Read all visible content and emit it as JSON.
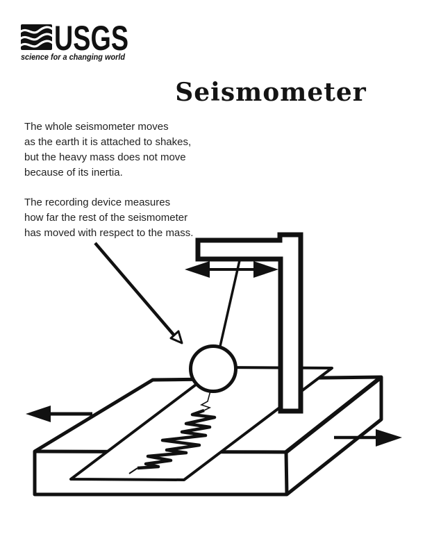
{
  "page": {
    "title": "Seismometer"
  },
  "header": {
    "logo": {
      "acronym": "USGS",
      "tagline": "science for a changing world",
      "symbol": "usgs-wave-icon"
    }
  },
  "notes": {
    "inertia": "The whole seismometer moves\nas the earth it is attached to shakes,\nbut the heavy mass does not move\nbecause of its inertia.",
    "recording": "The recording device measures\nhow far the rest of the seismometer\nhas moved with respect to the mass."
  },
  "diagram": {
    "parts": [
      {
        "name": "support-frame",
        "label": "inverted-L support frame"
      },
      {
        "name": "pendulum-string",
        "label": "suspension wire"
      },
      {
        "name": "pendulum-mass",
        "label": "heavy mass"
      },
      {
        "name": "seismogram-strip",
        "label": "recording paper strip"
      },
      {
        "name": "seismogram-trace",
        "label": "recorded ground-motion trace"
      },
      {
        "name": "base-platform",
        "label": "base attached to the ground"
      },
      {
        "name": "motion-arrow-horizontal",
        "label": "frame shaking direction"
      },
      {
        "name": "ground-motion-arrow-left",
        "label": "ground motion left"
      },
      {
        "name": "ground-motion-arrow-right",
        "label": "ground motion right"
      },
      {
        "name": "annotation-arrow",
        "label": "pointer from note to mass"
      }
    ]
  },
  "colors": {
    "ink": "#111111",
    "paper": "#ffffff"
  }
}
